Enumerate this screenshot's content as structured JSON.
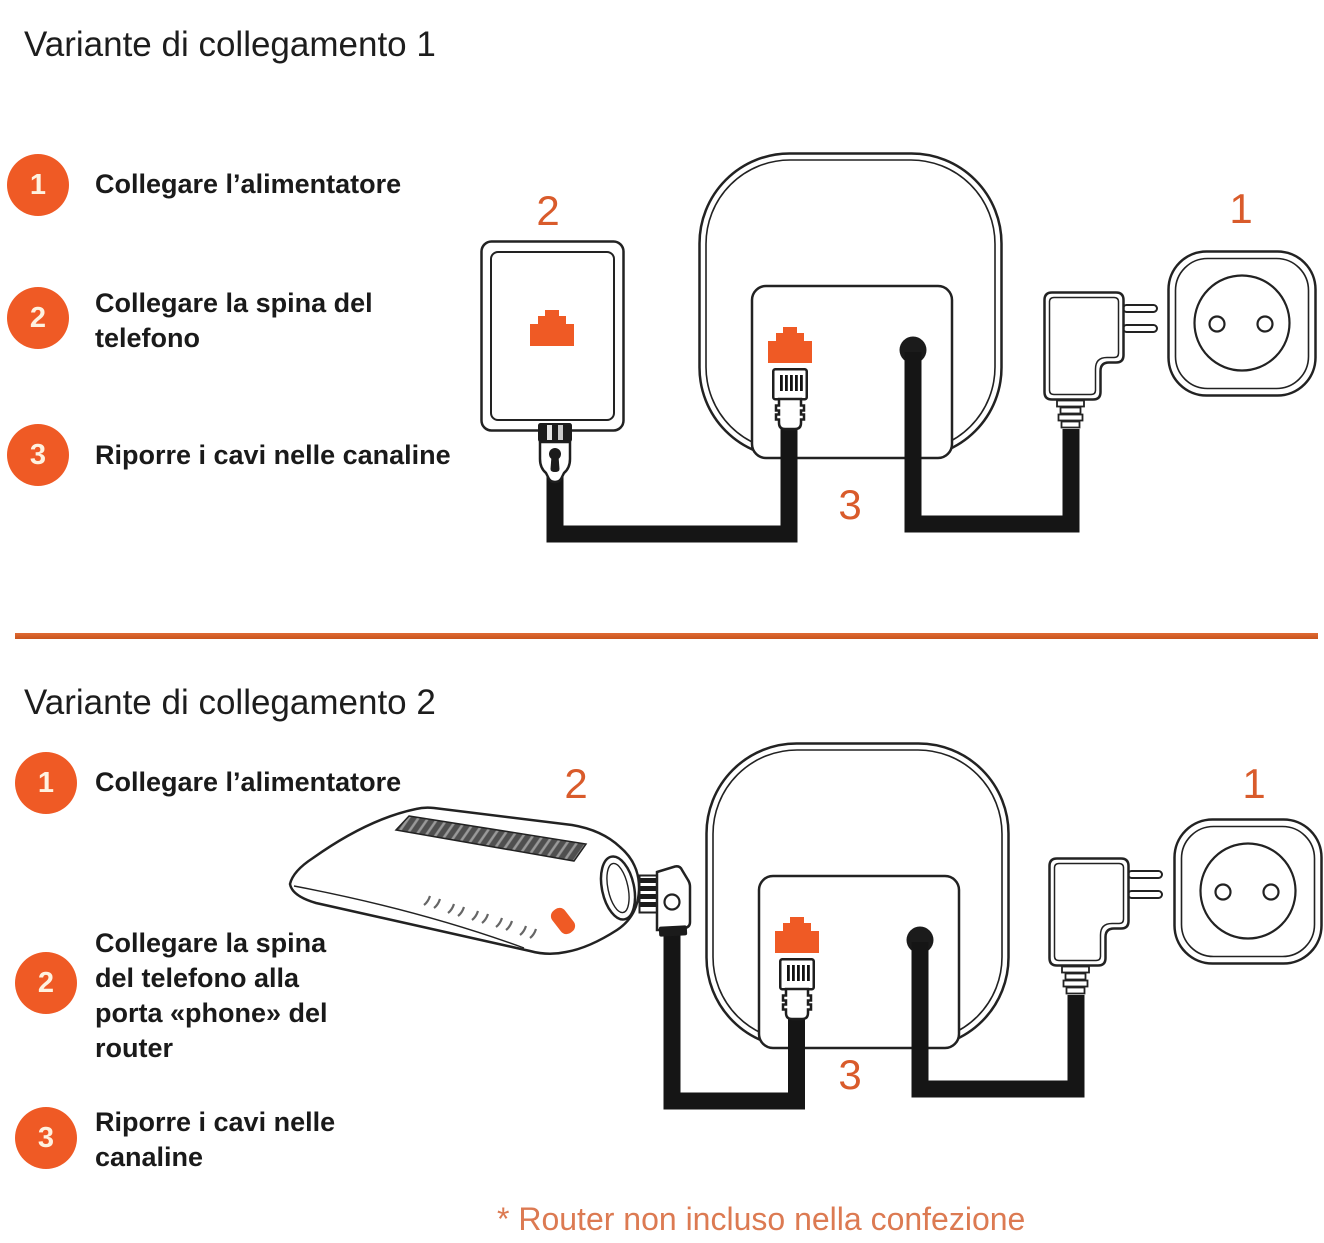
{
  "colors": {
    "accent_orange": "#EF5A25",
    "diagram_label_orange": "#D95B2B",
    "divider_orange": "#D2591F",
    "footnote_salmon": "#DC7A52",
    "ink": "#1A1A1A"
  },
  "section1": {
    "title": "Variante di collegamento 1",
    "steps": [
      {
        "num": "1",
        "text": "Collegare l’alimentatore"
      },
      {
        "num": "2",
        "text": "Collegare la spina del telefono"
      },
      {
        "num": "3",
        "text": "Riporre i cavi nelle canaline"
      }
    ],
    "labels": {
      "wall_socket": "2",
      "power_outlet": "1",
      "cable_ducts": "3"
    }
  },
  "section2": {
    "title": "Variante di collegamento 2",
    "steps": [
      {
        "num": "1",
        "text": "Collegare l’alimentatore"
      },
      {
        "num": "2",
        "text": "Collegare la spina del telefono alla porta «phone» del router"
      },
      {
        "num": "3",
        "text": "Riporre i cavi nelle canaline"
      }
    ],
    "labels": {
      "router": "2",
      "power_outlet": "1",
      "cable_ducts": "3"
    }
  },
  "footnote": "* Router non incluso nella confezione"
}
